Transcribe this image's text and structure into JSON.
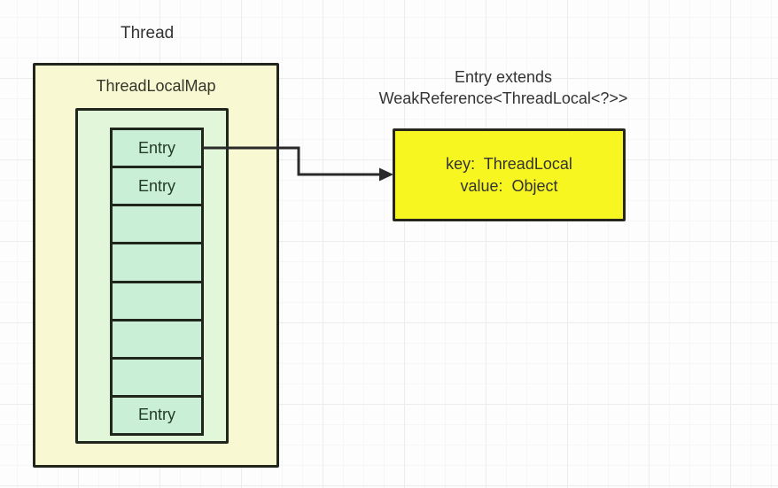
{
  "colors": {
    "map_box_fill": "#f8f8d2",
    "inner_box_fill": "#e2f6da",
    "entry_cell_fill": "#c9efd6",
    "detail_box_fill": "#f7f621",
    "shape_border": "#20261c",
    "arrow": "#2a2a2a"
  },
  "thread": {
    "label": "Thread"
  },
  "thread_local_map": {
    "title": "ThreadLocalMap",
    "entries": [
      "Entry",
      "Entry",
      "",
      "",
      "",
      "",
      "",
      "Entry"
    ]
  },
  "entry_note": {
    "line1": "Entry extends",
    "line2": "WeakReference<ThreadLocal<?>>"
  },
  "entry_detail": {
    "key_line": "key:  ThreadLocal",
    "value_line": "value:  Object"
  }
}
